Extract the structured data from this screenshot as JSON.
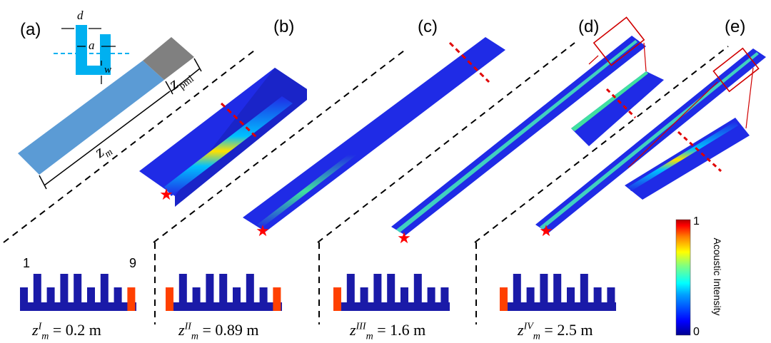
{
  "panels": [
    "(a)",
    "(b)",
    "(c)",
    "(d)",
    "(e)"
  ],
  "schematic": {
    "d": "d",
    "a": "a",
    "w": "w",
    "z_m": "z",
    "z_m_sub": "m",
    "z_pml": "z",
    "z_pml_sub": "pml"
  },
  "cross_section_ends": {
    "left": "1",
    "right": "9"
  },
  "mode_labels": [
    {
      "sup": "I",
      "value": "= 0.2 m"
    },
    {
      "sup": "II",
      "value": "= 0.89 m"
    },
    {
      "sup": "III",
      "value": "= 1.6 m"
    },
    {
      "sup": "IV",
      "value": "= 2.5 m"
    }
  ],
  "colorbar": {
    "max": "1",
    "min": "0",
    "label": "Acoustic Intensity",
    "colors": [
      "#00008f",
      "#0000ff",
      "#00a0ff",
      "#00ffff",
      "#80ff80",
      "#ffff00",
      "#ff8000",
      "#ff0000",
      "#b00000"
    ]
  },
  "colors": {
    "waveguide": "#5b9bd5",
    "pml": "#808080",
    "slit": "#00b0f0",
    "source_star": "#ff0000",
    "field_bg": "#1f2be6"
  }
}
